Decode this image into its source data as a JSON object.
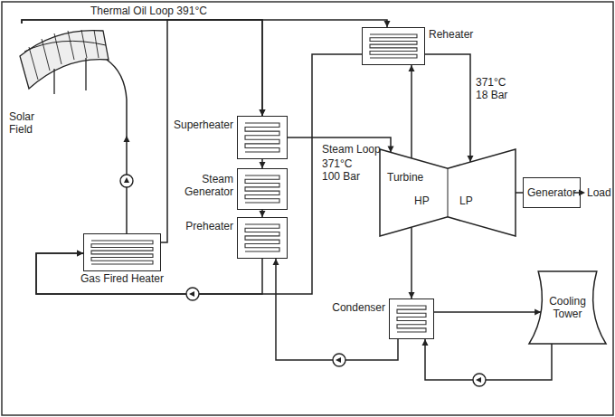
{
  "diagram": {
    "nodes": [
      {
        "text": [
          "Solar Field"
        ]
      },
      {
        "text": [
          "Gas Fired Heater"
        ]
      },
      {
        "text": [
          "Superheater"
        ]
      },
      {
        "text": [
          "Steam Generator"
        ]
      },
      {
        "text": [
          "Preheater"
        ]
      },
      {
        "text": [
          "Reheater"
        ]
      },
      {
        "text": [
          "Turbine",
          "HP",
          "LP"
        ]
      },
      {
        "text": [
          "Generator"
        ]
      },
      {
        "text": [
          "Condenser"
        ]
      },
      {
        "text": [
          "Cooling Tower"
        ]
      }
    ],
    "edges": [
      {
        "from": 0,
        "to": 5,
        "arrow": "to"
      },
      {
        "from": 0,
        "to": 2,
        "arrow": "to"
      },
      {
        "from": 2,
        "to": 3,
        "arrow": "to"
      },
      {
        "from": 3,
        "to": 4,
        "arrow": "to"
      },
      {
        "from": 4,
        "to": 1,
        "arrow": "to"
      },
      {
        "from": 5,
        "to": 1,
        "arrow": "to"
      },
      {
        "from": 1,
        "to": 0,
        "arrow": "to"
      },
      {
        "from": 1,
        "to": 2,
        "arrow": "to"
      },
      {
        "from": 2,
        "to": 6,
        "arrow": "to"
      },
      {
        "from": 6,
        "to": 5,
        "arrow": "to"
      },
      {
        "from": 5,
        "to": 6,
        "arrow": "to"
      },
      {
        "from": 6,
        "to": 7,
        "arrow": "none"
      },
      {
        "from": 6,
        "to": 8,
        "arrow": "to"
      },
      {
        "from": 8,
        "to": 4,
        "arrow": "to"
      },
      {
        "from": 8,
        "to": 9,
        "arrow": "to"
      },
      {
        "from": 9,
        "to": 8,
        "arrow": "to"
      }
    ],
    "labels": [
      "Thermal Oil Loop 391°C",
      "371°C 18 Bar",
      "Steam Loop",
      "371°C 100 Bar",
      "Load"
    ]
  }
}
